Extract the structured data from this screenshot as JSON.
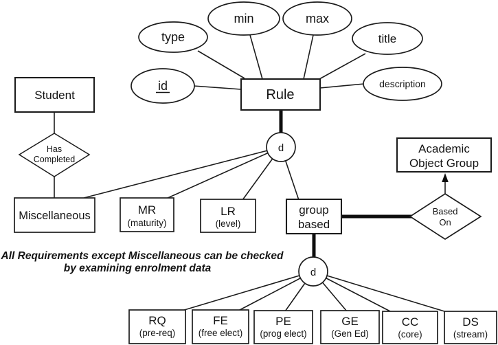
{
  "diagram": {
    "entities": {
      "student": {
        "label": "Student"
      },
      "rule": {
        "label": "Rule"
      },
      "miscellaneous": {
        "label": "Miscellaneous"
      },
      "mr": {
        "label": "MR",
        "sublabel": "(maturity)"
      },
      "lr": {
        "label": "LR",
        "sublabel": "(level)"
      },
      "group_based": {
        "label_line1": "group",
        "label_line2": "based"
      },
      "academic_object_group": {
        "label_line1": "Academic",
        "label_line2": "Object Group"
      },
      "rq": {
        "label": "RQ",
        "sublabel": "(pre-req)"
      },
      "fe": {
        "label": "FE",
        "sublabel": "(free elect)"
      },
      "pe": {
        "label": "PE",
        "sublabel": "(prog elect)"
      },
      "ge": {
        "label": "GE",
        "sublabel": "(Gen Ed)"
      },
      "cc": {
        "label": "CC",
        "sublabel": "(core)"
      },
      "ds": {
        "label": "DS",
        "sublabel": "(stream)"
      }
    },
    "attributes": {
      "id": {
        "label": "id",
        "is_key": true
      },
      "type": {
        "label": "type"
      },
      "min": {
        "label": "min"
      },
      "max": {
        "label": "max"
      },
      "title": {
        "label": "title"
      },
      "description": {
        "label": "description"
      }
    },
    "relationships": {
      "has_completed": {
        "label_line1": "Has",
        "label_line2": "Completed"
      },
      "based_on": {
        "label_line1": "Based",
        "label_line2": "On"
      }
    },
    "specializations": {
      "rule_subtypes": {
        "label": "d"
      },
      "group_based_subtypes": {
        "label": "d"
      }
    },
    "annotation": {
      "line1": "All Requirements except Miscellaneous can be checked",
      "line2": "by examining enrolment data",
      "color": "#009933"
    }
  }
}
